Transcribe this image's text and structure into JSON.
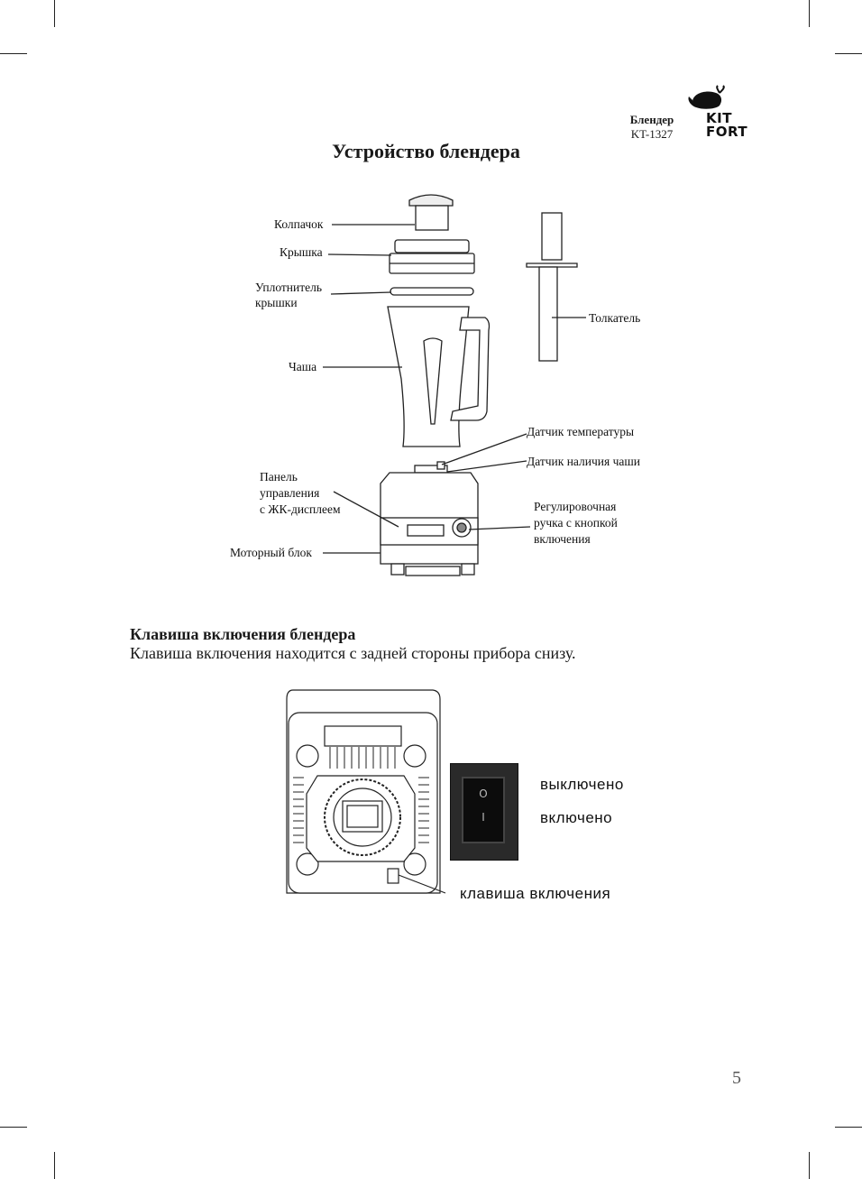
{
  "header": {
    "product": "Блендер",
    "model": "KT-1327",
    "brand_line1": "KIT",
    "brand_line2": "FORT"
  },
  "title": "Устройство блендера",
  "diagram_labels": {
    "cap": "Колпачок",
    "lid": "Крышка",
    "lid_seal_1": "Уплотнитель",
    "lid_seal_2": "крышки",
    "jar": "Чаша",
    "tamper": "Толкатель",
    "temp_sensor": "Датчик температуры",
    "jar_sensor": "Датчик наличия чаши",
    "panel_1": "Панель",
    "panel_2": "управления",
    "panel_3": "с ЖК-дисплеем",
    "knob_1": "Регулировочная",
    "knob_2": "ручка с кнопкой",
    "knob_3": "включения",
    "motor": "Моторный блок"
  },
  "section": {
    "title": "Клавиша включения блендера",
    "text": "Клавиша включения находится с задней стороны прибора снизу."
  },
  "switch_labels": {
    "off": "выключено",
    "on": "включено",
    "key": "клавиша включения",
    "switch_o": "O",
    "switch_i": "I"
  },
  "page_number": "5"
}
